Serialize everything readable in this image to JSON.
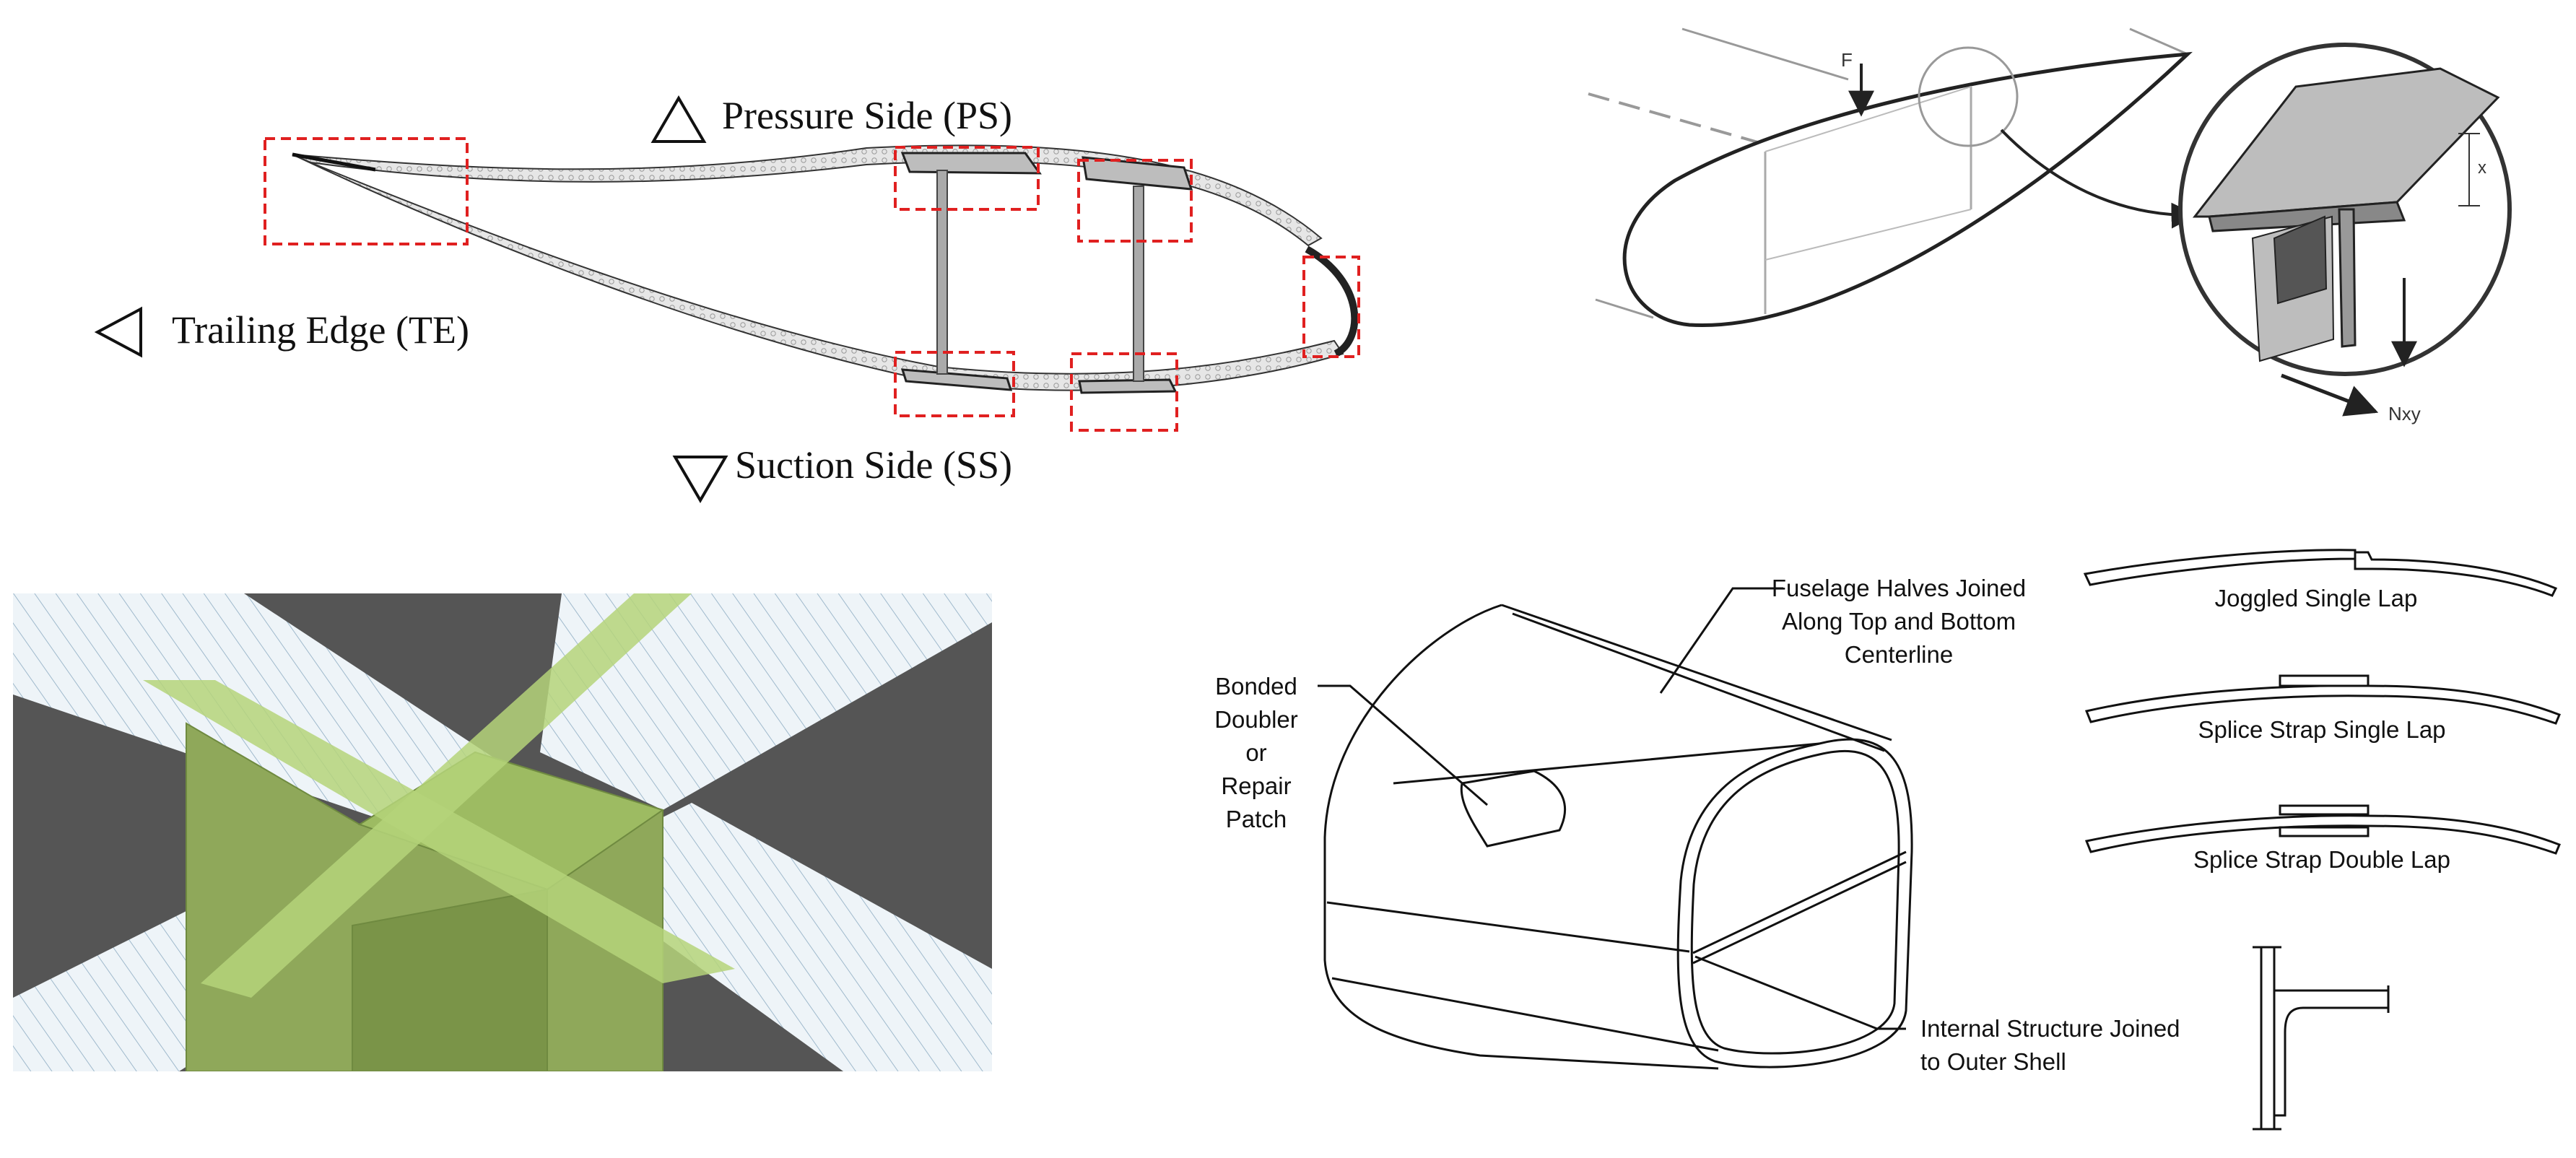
{
  "airfoil": {
    "pressure_side": "Pressure Side (PS)",
    "trailing_edge": "Trailing Edge (TE)",
    "suction_side": "Suction Side (SS)"
  },
  "wing_section": {
    "force_label": "F",
    "dimension_label": "x",
    "shear_flow_label": "Nxy"
  },
  "fuselage": {
    "top_joint": [
      "Fuselage Halves Joined",
      "Along Top and Bottom",
      "Centerline"
    ],
    "patch": [
      "Bonded",
      "Doubler",
      "or",
      "Repair",
      "Patch"
    ],
    "internal": [
      "Internal Structure Joined",
      "to Outer Shell"
    ]
  },
  "joints": {
    "joggled": "Joggled Single Lap",
    "splice_single": "Splice Strap Single Lap",
    "splice_double": "Splice Strap Double Lap"
  },
  "colors": {
    "highlight_box": "#e02020",
    "composite_green": "#8fa85a",
    "dark_gray": "#555555"
  }
}
